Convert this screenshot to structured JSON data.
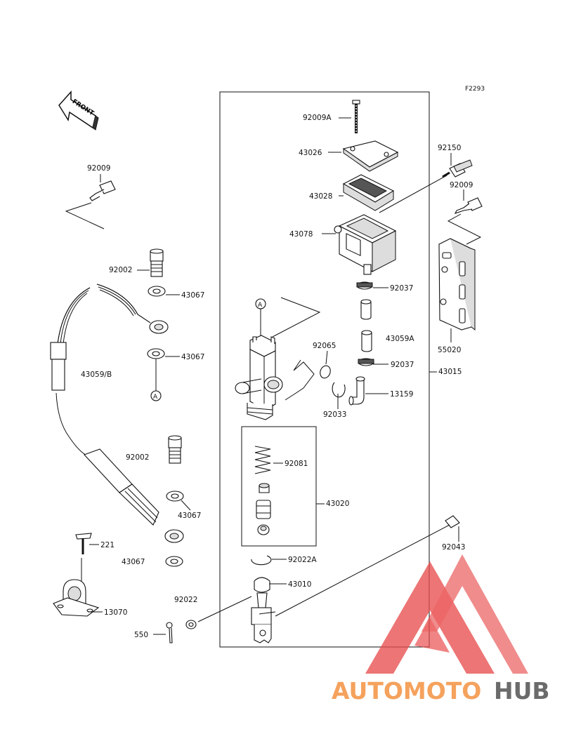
{
  "figure_code": "F2293",
  "front_label": "FRONT",
  "callout_a": "A",
  "parts": {
    "p92009A": "92009A",
    "p43026": "43026",
    "p43028": "43028",
    "p43078": "43078",
    "p92150": "92150",
    "p92009_right": "92009",
    "p92009_left": "92009",
    "p92002_top": "92002",
    "p43067_a": "43067",
    "p43067_b": "43067",
    "p92037_top": "92037",
    "p43059A": "43059A",
    "p92037_bottom": "92037",
    "p92065": "92065",
    "p92033": "92033",
    "p13159": "13159",
    "p55020": "55020",
    "p43015": "43015",
    "p43059B": "43059/B",
    "p92002_bottom": "92002",
    "p92081": "92081",
    "p43020": "43020",
    "p43067_c": "43067",
    "p43067_d": "43067",
    "p221": "221",
    "p92022A": "92022A",
    "p43010": "43010",
    "p92022": "92022",
    "p92043": "92043",
    "p13070": "13070",
    "p550": "550"
  },
  "watermark": {
    "part1": "AUTOMOTO",
    "part2": "HUB",
    "color1": "#f5a25d",
    "color2": "#6b6b6b",
    "triangle_color": "#e84b4b"
  }
}
